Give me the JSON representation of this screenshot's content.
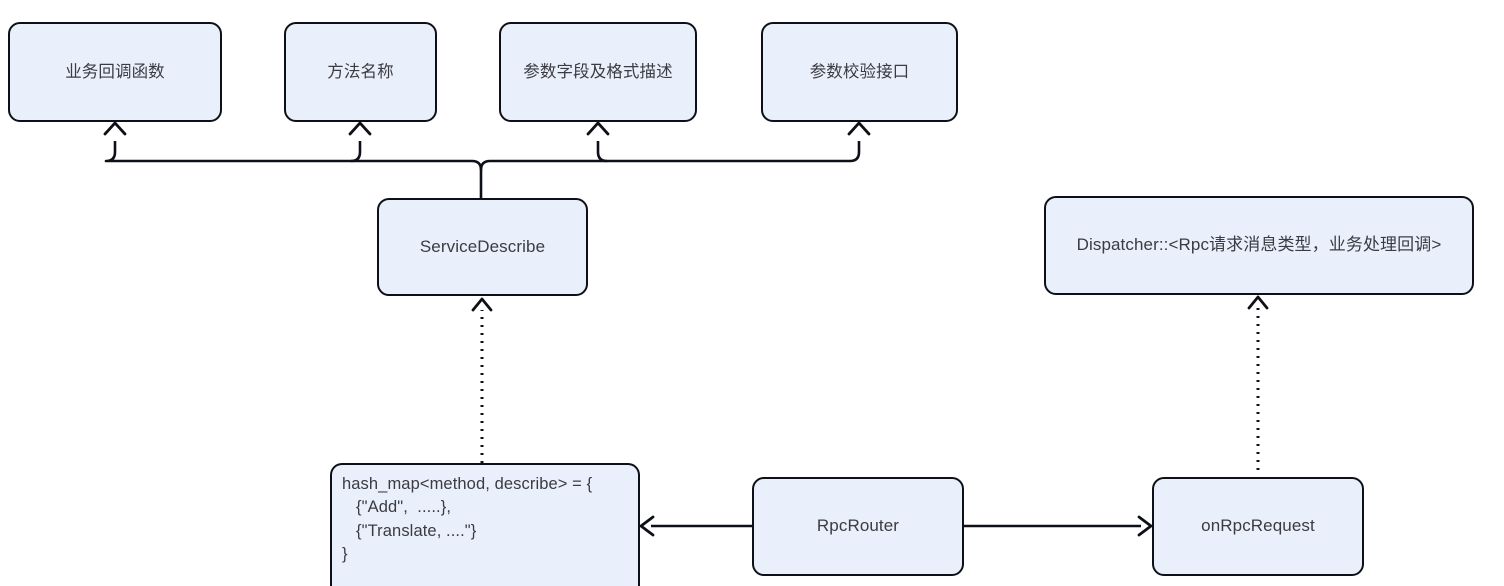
{
  "diagram": {
    "title": "RPC ServiceDescribe structure diagram",
    "colors": {
      "node_fill": "#eaf0fb",
      "node_stroke": "#0d1117",
      "text": "#3b3b42",
      "background": "#ffffff"
    },
    "nodes": {
      "business_callback": {
        "label": "业务回调函数"
      },
      "method_name": {
        "label": "方法名称"
      },
      "param_field_format": {
        "label": "参数字段及格式描述"
      },
      "param_validate_api": {
        "label": "参数校验接口"
      },
      "service_describe": {
        "label": "ServiceDescribe"
      },
      "dispatcher": {
        "label": "Dispatcher::<Rpc请求消息类型，业务处理回调>"
      },
      "hash_map": {
        "label": "hash_map<method, describe> = {\n   {\"Add\",  .....},\n   {\"Translate, ....\"}\n}"
      },
      "rpc_router": {
        "label": "RpcRouter"
      },
      "on_rpc_request": {
        "label": "onRpcRequest"
      }
    },
    "edges": [
      {
        "name": "service-describe-to-business-callback",
        "style": "solid",
        "arrow": "up"
      },
      {
        "name": "service-describe-to-method-name",
        "style": "solid",
        "arrow": "up"
      },
      {
        "name": "service-describe-to-param-field-format",
        "style": "solid",
        "arrow": "up"
      },
      {
        "name": "service-describe-to-param-validate-api",
        "style": "solid",
        "arrow": "up"
      },
      {
        "name": "hash-map-to-service-describe",
        "style": "dotted",
        "arrow": "up"
      },
      {
        "name": "on-rpc-request-to-dispatcher",
        "style": "dotted",
        "arrow": "up"
      },
      {
        "name": "rpc-router-to-hash-map",
        "style": "solid",
        "arrow": "left"
      },
      {
        "name": "rpc-router-to-on-rpc-request",
        "style": "solid",
        "arrow": "right"
      }
    ]
  }
}
